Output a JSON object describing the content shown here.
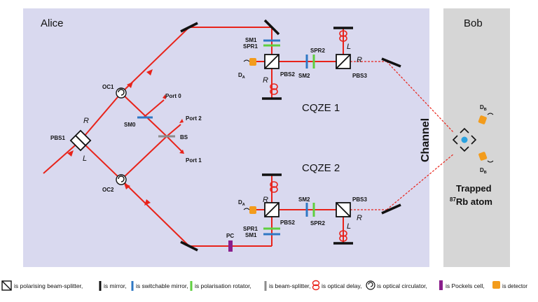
{
  "panels": {
    "alice": "Alice",
    "bob": "Bob",
    "channel": "Channel"
  },
  "sections": {
    "top": "CQZE 1",
    "bottom": "CQZE 2"
  },
  "labels": {
    "oc1": "OC1",
    "oc2": "OC2",
    "pbs1": "PBS1",
    "sm0": "SM0",
    "bs": "BS",
    "port0": "Port 0",
    "port1": "Port 1",
    "port2": "Port 2",
    "pc": "PC",
    "R": "R",
    "L": "L",
    "top_sm1": "SM1",
    "top_spr1": "SPR1",
    "top_pbs2": "PBS2",
    "top_da": "D",
    "top_da_sub": "A",
    "top_sm2": "SM2",
    "top_spr2": "SPR2",
    "top_pbs3": "PBS3",
    "bot_sm1": "SM1",
    "bot_spr1": "SPR1",
    "bot_pbs2": "PBS2",
    "bot_da": "D",
    "bot_da_sub": "A",
    "bot_sm2": "SM2",
    "bot_spr2": "SPR2",
    "bot_pbs3": "PBS3",
    "db": "D",
    "db_sub": "B",
    "trapped": "Trapped",
    "atom_sup": "87",
    "atom": "Rb atom"
  },
  "legend": {
    "pbs": "is polarising beam-splitter,",
    "mirror": "is mirror,",
    "sm": "is switchable mirror,",
    "rotator": "is polarisation rotator,",
    "bs": "is beam-splitter,",
    "delay": "is optical delay,",
    "circulator": "is optical circulator,",
    "pockels": "is Pockels cell,",
    "detector": "is detector"
  },
  "colors": {
    "alice_bg": "#d9d9ef",
    "bob_bg": "#d6d6d6",
    "beam": "#e8231a",
    "switchable_mirror": "#2f78c4",
    "rotator": "#5fcf3f",
    "beam_splitter": "#8c8c8c",
    "pockels": "#8a1e8c",
    "detector": "#f39c1c",
    "atom": "#2aa2e0"
  }
}
